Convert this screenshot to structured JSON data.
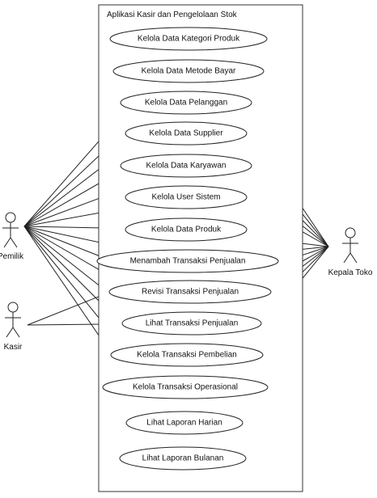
{
  "system": {
    "title": "Aplikasi Kasir dan Pengelolaan Stok"
  },
  "actors": [
    {
      "id": "pemilik",
      "label": "Pemilik"
    },
    {
      "id": "kasir",
      "label": "Kasir"
    },
    {
      "id": "kepala",
      "label": "Kepala Toko"
    }
  ],
  "use_cases": [
    {
      "id": "uc1",
      "label": "Kelola Data Kategori Produk"
    },
    {
      "id": "uc2",
      "label": "Kelola Data Metode Bayar"
    },
    {
      "id": "uc3",
      "label": "Kelola Data Pelanggan"
    },
    {
      "id": "uc4",
      "label": "Kelola Data Supplier"
    },
    {
      "id": "uc5",
      "label": "Kelola Data Karyawan"
    },
    {
      "id": "uc6",
      "label": "Kelola User Sistem"
    },
    {
      "id": "uc7",
      "label": "Kelola Data Produk"
    },
    {
      "id": "uc8",
      "label": "Menambah Transaksi Penjualan"
    },
    {
      "id": "uc9",
      "label": "Revisi  Transaksi Penjualan"
    },
    {
      "id": "uc10",
      "label": "Lihat Transaksi Penjualan"
    },
    {
      "id": "uc11",
      "label": "Kelola Transaksi Pembelian"
    },
    {
      "id": "uc12",
      "label": "Kelola Transaksi Operasional"
    },
    {
      "id": "uc13",
      "label": "Lihat Laporan Harian"
    },
    {
      "id": "uc14",
      "label": "Lihat Laporan Bulanan"
    }
  ],
  "associations": [
    {
      "actor": "pemilik",
      "use_case": "uc1"
    },
    {
      "actor": "pemilik",
      "use_case": "uc2"
    },
    {
      "actor": "pemilik",
      "use_case": "uc3"
    },
    {
      "actor": "pemilik",
      "use_case": "uc4"
    },
    {
      "actor": "pemilik",
      "use_case": "uc5"
    },
    {
      "actor": "pemilik",
      "use_case": "uc6"
    },
    {
      "actor": "pemilik",
      "use_case": "uc7"
    },
    {
      "actor": "pemilik",
      "use_case": "uc8"
    },
    {
      "actor": "pemilik",
      "use_case": "uc9"
    },
    {
      "actor": "pemilik",
      "use_case": "uc10"
    },
    {
      "actor": "pemilik",
      "use_case": "uc11"
    },
    {
      "actor": "pemilik",
      "use_case": "uc12"
    },
    {
      "actor": "pemilik",
      "use_case": "uc13"
    },
    {
      "actor": "pemilik",
      "use_case": "uc14"
    },
    {
      "actor": "kasir",
      "use_case": "uc8"
    },
    {
      "actor": "kasir",
      "use_case": "uc10"
    },
    {
      "actor": "kepala",
      "use_case": "uc1"
    },
    {
      "actor": "kepala",
      "use_case": "uc2"
    },
    {
      "actor": "kepala",
      "use_case": "uc3"
    },
    {
      "actor": "kepala",
      "use_case": "uc4"
    },
    {
      "actor": "kepala",
      "use_case": "uc5"
    },
    {
      "actor": "kepala",
      "use_case": "uc7"
    },
    {
      "actor": "kepala",
      "use_case": "uc8"
    },
    {
      "actor": "kepala",
      "use_case": "uc9"
    },
    {
      "actor": "kepala",
      "use_case": "uc10"
    },
    {
      "actor": "kepala",
      "use_case": "uc11"
    },
    {
      "actor": "kepala",
      "use_case": "uc12"
    },
    {
      "actor": "kepala",
      "use_case": "uc13"
    }
  ]
}
